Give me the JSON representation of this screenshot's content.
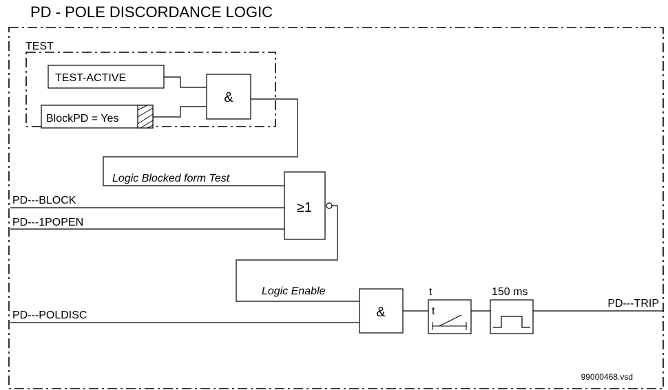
{
  "title": "PD - POLE DISCORDANCE LOGIC",
  "test_group_label": "TEST",
  "inputs": {
    "test_active": "TEST-ACTIVE",
    "block_pd": "BlockPD = Yes",
    "pd_block": "PD---BLOCK",
    "pd_1popen": "PD---1POPEN",
    "pd_poldisc": "PD---POLDISC"
  },
  "gates": {
    "and_test": "&",
    "or_gate": "≥1",
    "and_main": "&"
  },
  "signals": {
    "logic_blocked": "Logic  Blocked form Test",
    "logic_enable": "Logic Enable"
  },
  "timer": {
    "label": "t",
    "inner_label": "t"
  },
  "pulse": {
    "label": "150 ms"
  },
  "output": {
    "pd_trip": "PD---TRIP"
  },
  "file_ref": "99000468.vsd"
}
